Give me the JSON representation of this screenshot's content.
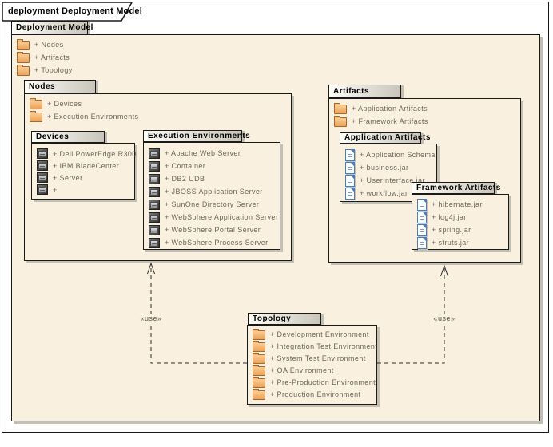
{
  "frame": {
    "title": "deployment Deployment Model"
  },
  "deployment_model": {
    "title": "Deployment Model",
    "items": [
      "+ Nodes",
      "+ Artifacts",
      "+ Topology"
    ]
  },
  "nodes": {
    "title": "Nodes",
    "items": [
      "+ Devices",
      "+ Execution Environments"
    ]
  },
  "devices": {
    "title": "Devices",
    "items": [
      "+ Dell PowerEdge R300",
      "+ IBM BladeCenter",
      "+ Server",
      "+"
    ]
  },
  "execution_environments": {
    "title": "Execution Environments",
    "items": [
      "+ Apache Web Server",
      "+ Container",
      "+ DB2 UDB",
      "+ JBOSS Application Server",
      "+ SunOne Directory Server",
      "+ WebSphere Application Server",
      "+ WebSphere Portal Server",
      "+ WebSphere Process Server"
    ]
  },
  "artifacts": {
    "title": "Artifacts",
    "items": [
      "+ Application Artifacts",
      "+ Framework Artifacts"
    ]
  },
  "application_artifacts": {
    "title": "Application Artifacts",
    "items": [
      "+ Application Schema",
      "+ business.jar",
      "+ UserInterface.jar",
      "+ workflow.jar"
    ]
  },
  "framework_artifacts": {
    "title": "Framework Artifacts",
    "items": [
      "+ hibernate.jar",
      "+ log4j.jar",
      "+ spring.jar",
      "+ struts.jar"
    ]
  },
  "topology": {
    "title": "Topology",
    "items": [
      "+ Development Environment",
      "+ Integration Test Environment",
      "+ System Test Environment",
      "+ QA Environment",
      "+ Pre-Production Environment",
      "+ Production Environment"
    ]
  },
  "connectors": {
    "left_label": "«use»",
    "right_label": "«use»"
  },
  "colors": {
    "package_fill": "#faf0e0",
    "tab_gradient_start": "#fffdf8",
    "tab_gradient_end": "#c9c5ba",
    "border": "#1a1a1a",
    "shadow": "#c3bfb3",
    "item_text": "#6b675c",
    "folder_icon": "#eca258",
    "node_icon": "#404040",
    "artifact_icon": "#4a7ebb"
  }
}
